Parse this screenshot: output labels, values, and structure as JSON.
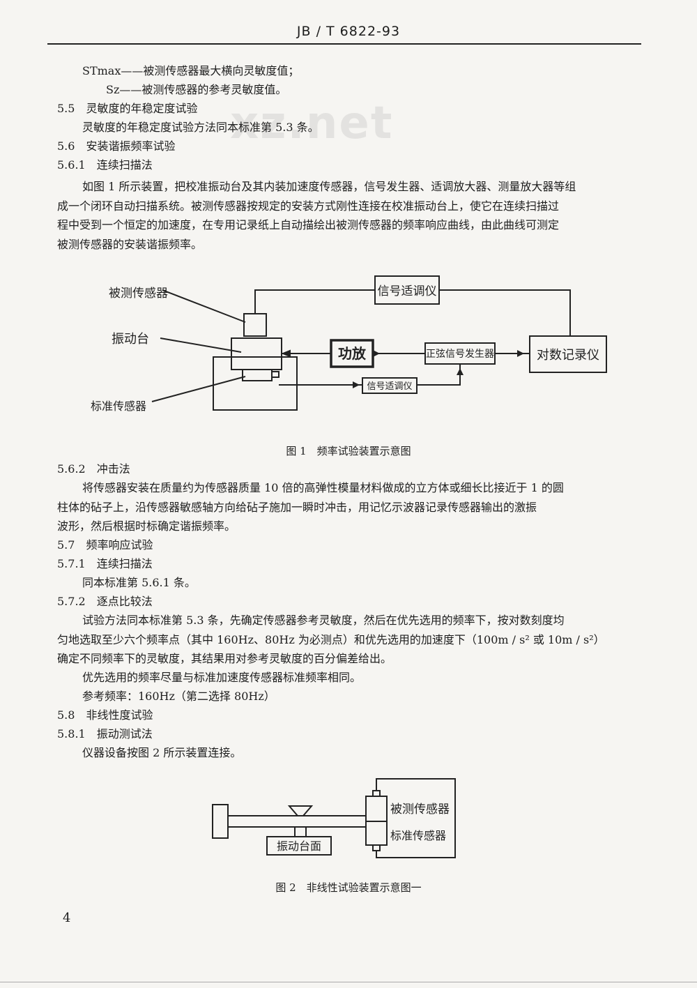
{
  "header": {
    "standard_no": "JB / T 6822-93"
  },
  "watermark": "xz.net",
  "content": {
    "defs": [
      "STmax——被测传感器最大横向灵敏度值；",
      "Sz——被测传感器的参考灵敏度值。"
    ],
    "s55_title": "5.5　灵敏度的年稳定度试验",
    "s55_body": "灵敏度的年稳定度试验方法同本标准第 5.3 条。",
    "s56_title": "5.6　安装谐振频率试验",
    "s561_title": "5.6.1　连续扫描法",
    "s561_lines": [
      "如图 1 所示装置，把校准振动台及其内装加速度传感器，信号发生器、适调放大器、测量放大器等组",
      "成一个闭环自动扫描系统。被测传感器按规定的安装方式刚性连接在校准振动台上，使它在连续扫描过",
      "程中受到一个恒定的加速度，在专用记录纸上自动描绘出被测传感器的频率响应曲线，由此曲线可测定",
      "被测传感器的安装谐振频率。"
    ],
    "fig1": {
      "label_dut": "被测传感器",
      "label_table": "振动台",
      "label_ref": "标准传感器",
      "box_conditioner_top": "信号适调仪",
      "box_amp": "功放",
      "box_generator": "正弦信号发生器",
      "box_recorder": "对数记录仪",
      "box_conditioner_bottom": "信号适调仪",
      "caption": "图 1　频率试验装置示意图"
    },
    "s562_title": "5.6.2　冲击法",
    "s562_lines": [
      "将传感器安装在质量约为传感器质量 10 倍的高弹性模量材料做成的立方体或细长比接近于 1 的圆",
      "柱体的砧子上，沿传感器敏感轴方向给砧子施加一瞬时冲击，用记忆示波器记录传感器输出的激振",
      "波形，然后根据时标确定谐振频率。"
    ],
    "s57_title": "5.7　频率响应试验",
    "s571_title": "5.7.1　连续扫描法",
    "s571_body": "同本标准第 5.6.1 条。",
    "s572_title": "5.7.2　逐点比较法",
    "s572_lines": [
      "试验方法同本标准第 5.3 条，先确定传感器参考灵敏度，然后在优先选用的频率下，按对数刻度均",
      "匀地选取至少六个频率点（其中 160Hz、80Hz 为必测点）和优先选用的加速度下（100m / s² 或 10m / s²）",
      "确定不同频率下的灵敏度，其结果用对参考灵敏度的百分偏差给出。"
    ],
    "s572_p2": "优先选用的频率尽量与标准加速度传感器标准频率相同。",
    "s572_p3": "参考频率：160Hz（第二选择 80Hz）",
    "s58_title": "5.8　非线性度试验",
    "s581_title": "5.8.1　振动测试法",
    "s581_body": "仪器设备按图 2 所示装置连接。",
    "fig2": {
      "label_dut": "被测传感器",
      "label_ref": "标准传感器",
      "label_table": "振动台面",
      "caption": "图 2　非线性试验装置示意图一"
    }
  },
  "footer": {
    "page_number": "4"
  }
}
